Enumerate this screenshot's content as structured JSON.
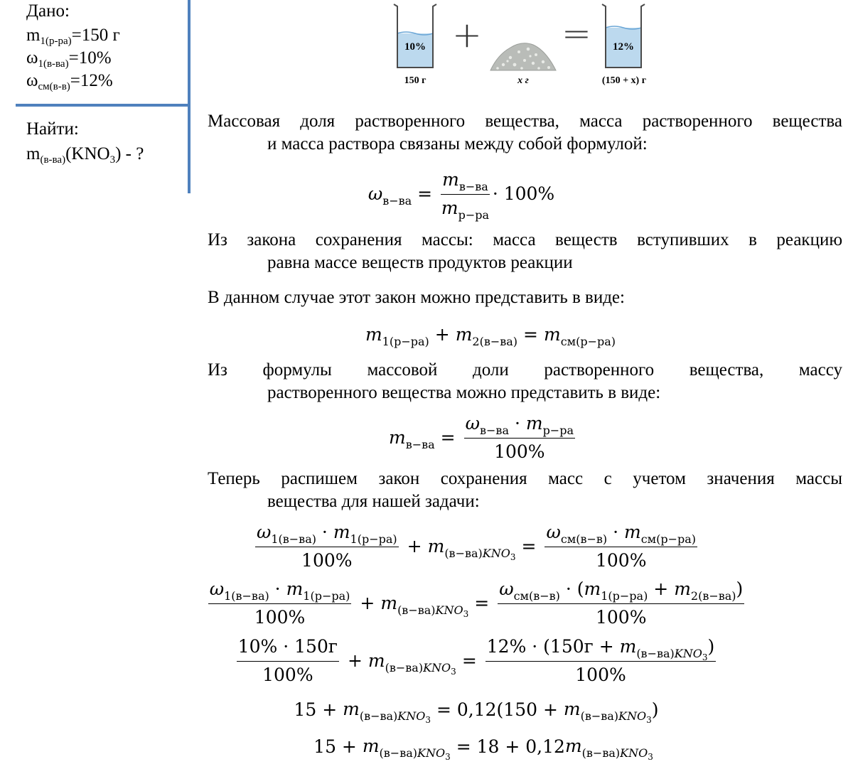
{
  "given": {
    "title": "Дано:",
    "m1": "m",
    "m1_sub": "1(р-ра)",
    "m1_val": "=150 г",
    "w1": "ω",
    "w1_sub": "1(в-ва)",
    "w1_val": "=10%",
    "wsm": "ω",
    "wsm_sub": "см(в-в)",
    "wsm_val": "=12%"
  },
  "find": {
    "title": "Найти:",
    "m": "m",
    "m_sub": "(в-ва)",
    "m_rest": "(KNO",
    "m_sub3": "3",
    "m_q": ") - ?"
  },
  "illustration": {
    "beaker1_percent": "10%",
    "beaker1_mass": "150 г",
    "plus": "+",
    "powder_mass": "x г",
    "equals": "=",
    "beaker2_percent": "12%",
    "beaker2_mass": "(150 + x) г",
    "water_color": "#bcd9ee",
    "beaker_color": "#4a4a4a"
  },
  "text": {
    "p1_line1": "Массовая доля растворенного вещества, масса растворенного вещества",
    "p1_line2": "и масса раствора связаны между собой формулой:",
    "p2_line1": "Из закона сохранения массы: масса веществ вступивших в реакцию",
    "p2_line2": "равна массе веществ продуктов реакции",
    "p3": "В данном случае этот закон можно представить в виде:",
    "p4_line1": "Из формулы массовой доли растворенного вещества, массу",
    "p4_line2": "растворенного вещества можно представить в виде:",
    "p5_line1": "Теперь распишем закон сохранения масс с учетом значения массы",
    "p5_line2": "вещества для нашей задачи:"
  },
  "sym": {
    "omega": "ω",
    "m": "m",
    "eq": "=",
    "plus": "+",
    "dot": "·",
    "sub_vva": "в−ва",
    "sub_rra": "р−ра",
    "sub_1rra": "1(р−ра)",
    "sub_2vva": "2(в−ва)",
    "sub_smrra": "см(р−ра)",
    "sub_1vva": "1(в−ва)",
    "sub_smvv": "см(в−в)",
    "sub_vva_p": "(в−ва)",
    "kno": "KNO",
    "three": "3",
    "hundred": "100%",
    "times100": "· 100%"
  },
  "eq_num": {
    "e5_num": "10% · 150г",
    "e5_r_pre": "12% · (150г + ",
    "paren_open": "(",
    "paren_close": ")",
    "e6_left": "15 + ",
    "e6_right_pre": "= 0,12(150 + ",
    "e7_left": "15 + ",
    "e7_right_pre": "= 18 + 0,12"
  }
}
